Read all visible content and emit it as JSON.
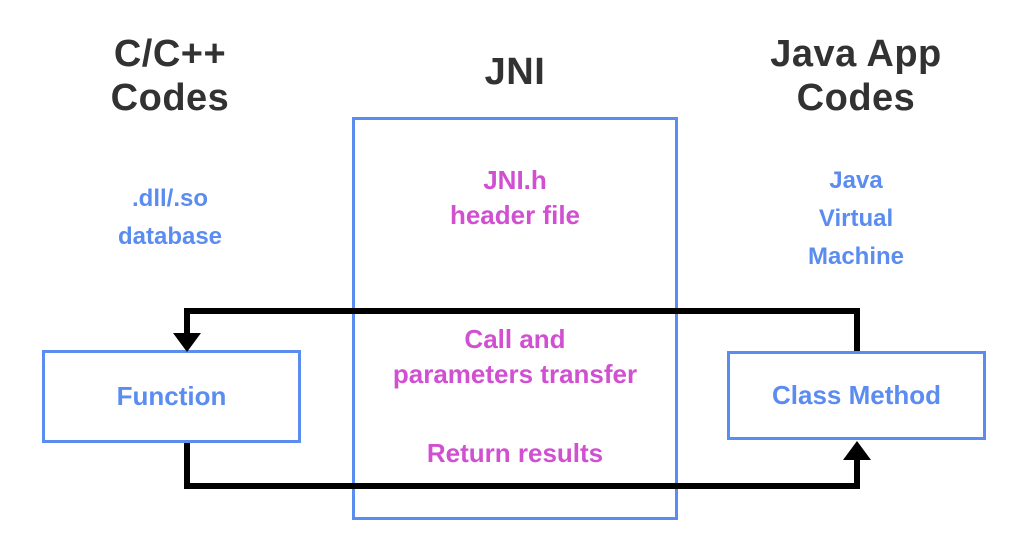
{
  "diagram": {
    "title_left": "C/C++\nCodes",
    "title_center": "JNI",
    "title_right": "Java App\nCodes",
    "subtitle_left": ".dll/.so\ndatabase",
    "subtitle_right": "Java\nVirtual\nMachine",
    "jni_box": {
      "header_text": "JNI.h\nheader file",
      "middle_text": "Call and\nparameters transfer",
      "bottom_text": "Return results"
    },
    "function_label": "Function",
    "class_method_label": "Class Method",
    "colors": {
      "box_blue": "#5b8cf0",
      "text_magenta": "#d150d1",
      "heading_dark": "#323232",
      "arrow_black": "#000000"
    }
  }
}
